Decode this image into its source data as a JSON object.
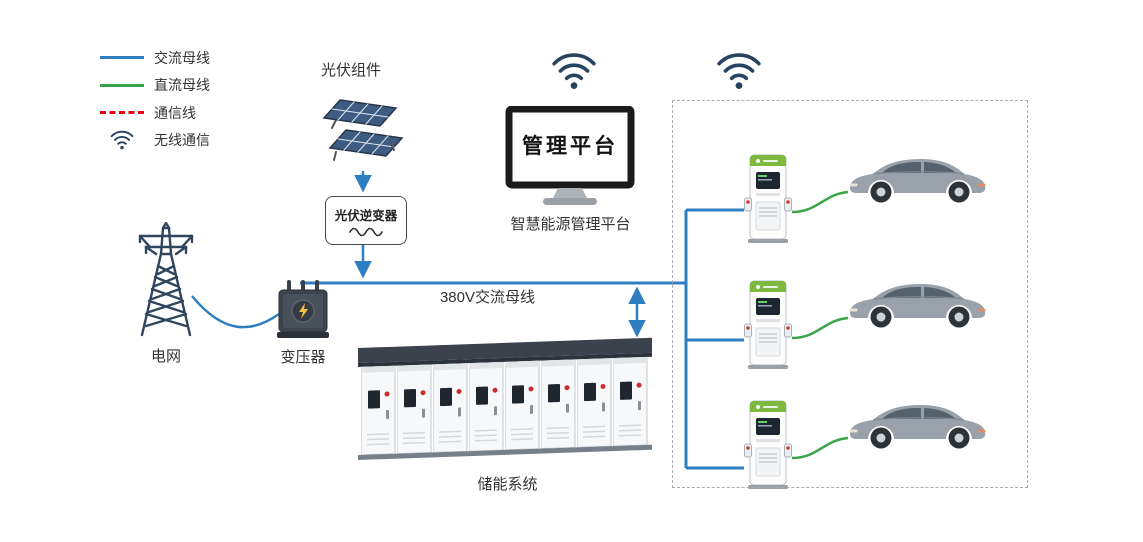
{
  "legend": {
    "items": [
      {
        "id": "ac",
        "label": "交流母线"
      },
      {
        "id": "dc",
        "label": "直流母线"
      },
      {
        "id": "comm",
        "label": "通信线"
      },
      {
        "id": "wireless",
        "label": "无线通信"
      }
    ]
  },
  "labels": {
    "pv_modules": "光伏组件",
    "pv_inverter": "光伏逆变器",
    "platform_screen": "管理平台",
    "platform_caption": "智慧能源管理平台",
    "grid": "电网",
    "transformer": "变压器",
    "ac_bus": "380V交流母线",
    "storage": "储能系统"
  },
  "colors": {
    "ac_line": "#2e7fc1",
    "dc_line": "#3aa449",
    "comm_line": "#e60012",
    "wireless_icon": "#26435f",
    "charger_accent": "#7cb93e"
  }
}
